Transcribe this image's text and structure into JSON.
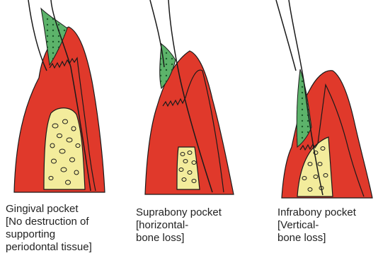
{
  "panels": [
    {
      "caption_lines": [
        "Gingival pocket",
        "[No destruction of",
        "supporting",
        "periodontal tissue]"
      ]
    },
    {
      "caption_lines": [
        "Suprabony pocket",
        "[horizontal-",
        "bone loss]"
      ]
    },
    {
      "caption_lines": [
        "Infrabony pocket",
        "[Vertical-",
        "bone loss]"
      ]
    }
  ],
  "colors": {
    "gingiva": "#e0392b",
    "bone": "#f3ec9c",
    "calculus": "#5cb36a",
    "outline": "#1a1a1a"
  }
}
